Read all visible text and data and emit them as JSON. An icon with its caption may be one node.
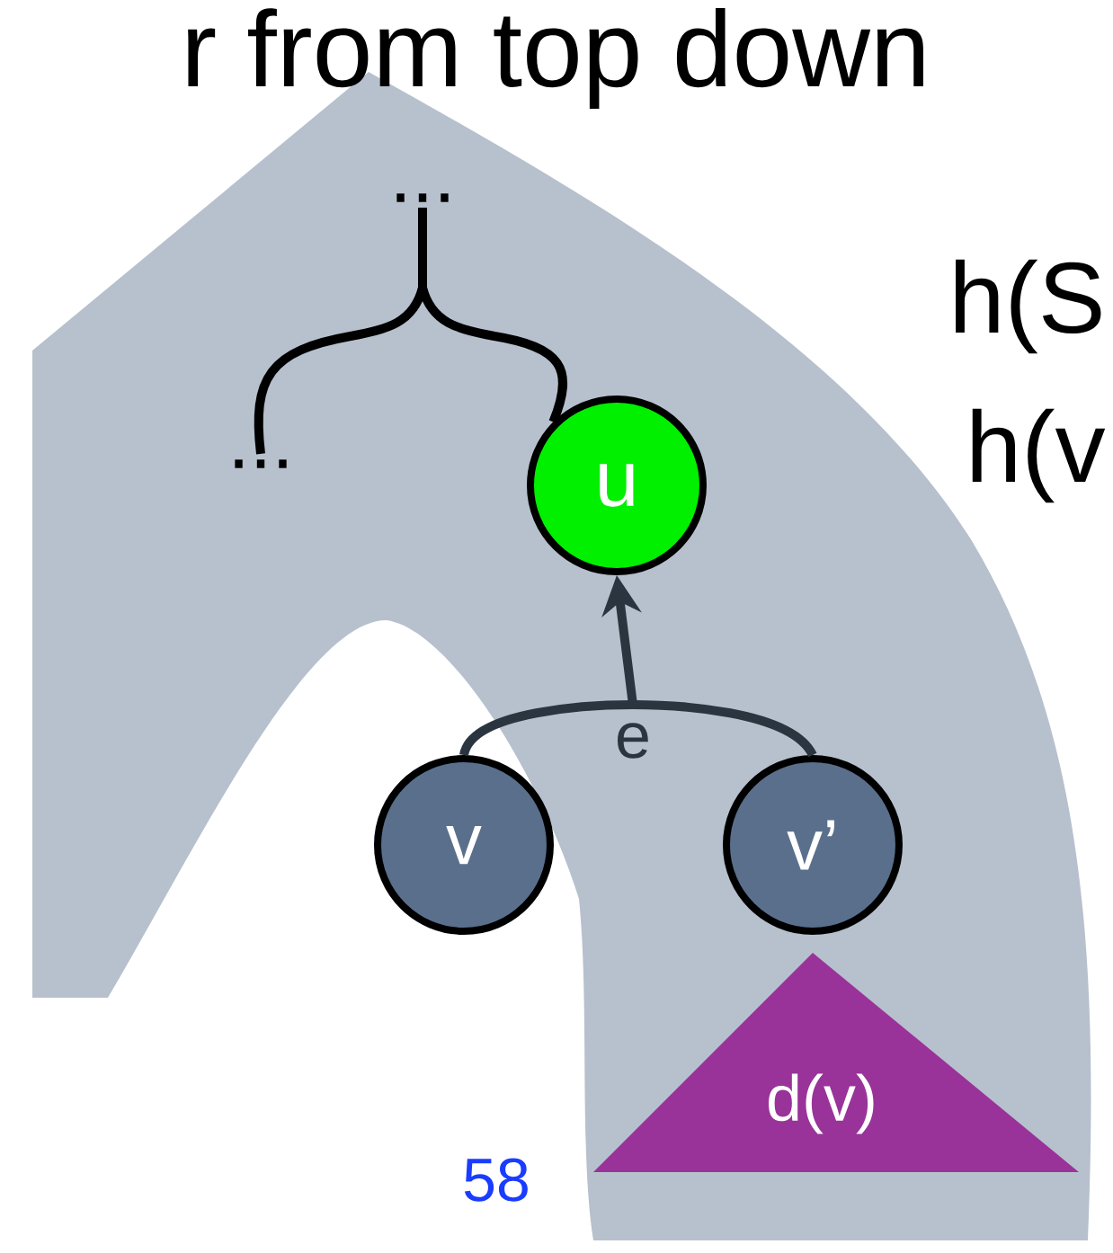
{
  "diagram": {
    "nodes": [
      {
        "text": [
          "..."
        ]
      },
      {
        "text": [
          "..."
        ]
      },
      {
        "text": [
          "u"
        ]
      },
      {
        "text": [
          "v"
        ]
      },
      {
        "text": [
          "v’"
        ]
      },
      {
        "text": [
          "d(v)"
        ]
      }
    ],
    "edges": [
      {
        "from": 0,
        "to": 1,
        "arrow": "none"
      },
      {
        "from": 0,
        "to": 2,
        "arrow": "none"
      },
      {
        "from": 3,
        "to": 2,
        "arrow": "to",
        "label": "e"
      },
      {
        "from": 4,
        "to": 2,
        "arrow": "to"
      }
    ],
    "labels": [
      "r from top down",
      "h(S",
      "h(v",
      "58"
    ]
  }
}
